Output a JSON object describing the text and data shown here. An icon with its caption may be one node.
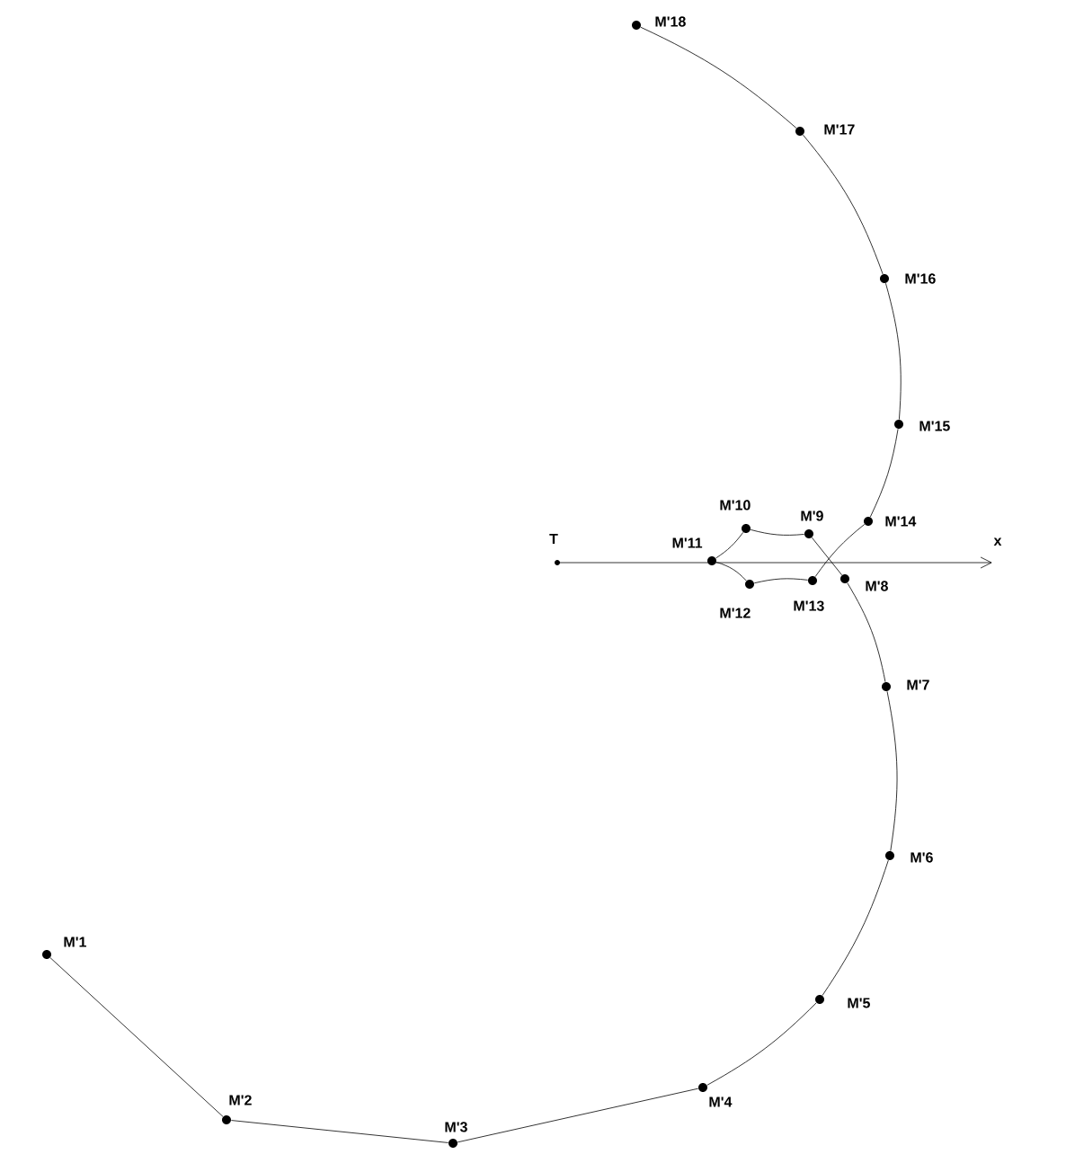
{
  "diagram": {
    "nodes": [
      {
        "text": [],
        "shape": "circle",
        "beside": [
          "M'1"
        ]
      },
      {
        "text": [],
        "shape": "circle",
        "beside": [
          "M'2"
        ]
      },
      {
        "text": [],
        "shape": "circle",
        "beside": [
          "M'3"
        ]
      },
      {
        "text": [],
        "shape": "circle",
        "beside": [
          "M'4"
        ]
      },
      {
        "text": [],
        "shape": "circle",
        "beside": [
          "M'5"
        ]
      },
      {
        "text": [],
        "shape": "circle",
        "beside": [
          "M'6"
        ]
      },
      {
        "text": [],
        "shape": "circle",
        "beside": [
          "M'7"
        ]
      },
      {
        "text": [],
        "shape": "circle",
        "beside": [
          "M'8"
        ]
      },
      {
        "text": [],
        "shape": "circle",
        "beside": [
          "M'9"
        ]
      },
      {
        "text": [],
        "shape": "circle",
        "beside": [
          "M'10"
        ]
      },
      {
        "text": [],
        "shape": "circle",
        "beside": [
          "M'11"
        ]
      },
      {
        "text": [],
        "shape": "circle",
        "beside": [
          "M'12"
        ]
      },
      {
        "text": [],
        "shape": "circle",
        "beside": [
          "M'13"
        ]
      },
      {
        "text": [],
        "shape": "circle",
        "beside": [
          "M'14"
        ]
      },
      {
        "text": [],
        "shape": "circle",
        "beside": [
          "M'15"
        ]
      },
      {
        "text": [],
        "shape": "circle",
        "beside": [
          "M'16"
        ]
      },
      {
        "text": [],
        "shape": "circle",
        "beside": [
          "M'17"
        ]
      },
      {
        "text": [],
        "shape": "circle",
        "beside": [
          "M'18"
        ]
      }
    ],
    "edges": [
      {
        "from": 0,
        "to": 1,
        "arrow": "none"
      },
      {
        "from": 1,
        "to": 2,
        "arrow": "none"
      },
      {
        "from": 2,
        "to": 3,
        "arrow": "none"
      },
      {
        "from": 3,
        "to": 4,
        "arrow": "none"
      },
      {
        "from": 4,
        "to": 5,
        "arrow": "none"
      },
      {
        "from": 5,
        "to": 6,
        "arrow": "none"
      },
      {
        "from": 6,
        "to": 7,
        "arrow": "none"
      },
      {
        "from": 7,
        "to": 8,
        "arrow": "none"
      },
      {
        "from": 8,
        "to": 9,
        "arrow": "none"
      },
      {
        "from": 9,
        "to": 10,
        "arrow": "none"
      },
      {
        "from": 10,
        "to": 11,
        "arrow": "none"
      },
      {
        "from": 11,
        "to": 12,
        "arrow": "none"
      },
      {
        "from": 12,
        "to": 13,
        "arrow": "none"
      },
      {
        "from": 13,
        "to": 14,
        "arrow": "none"
      },
      {
        "from": 14,
        "to": 15,
        "arrow": "none"
      },
      {
        "from": 15,
        "to": 16,
        "arrow": "none"
      },
      {
        "from": 16,
        "to": 17,
        "arrow": "none"
      }
    ],
    "labels": [
      "T",
      "x"
    ]
  }
}
